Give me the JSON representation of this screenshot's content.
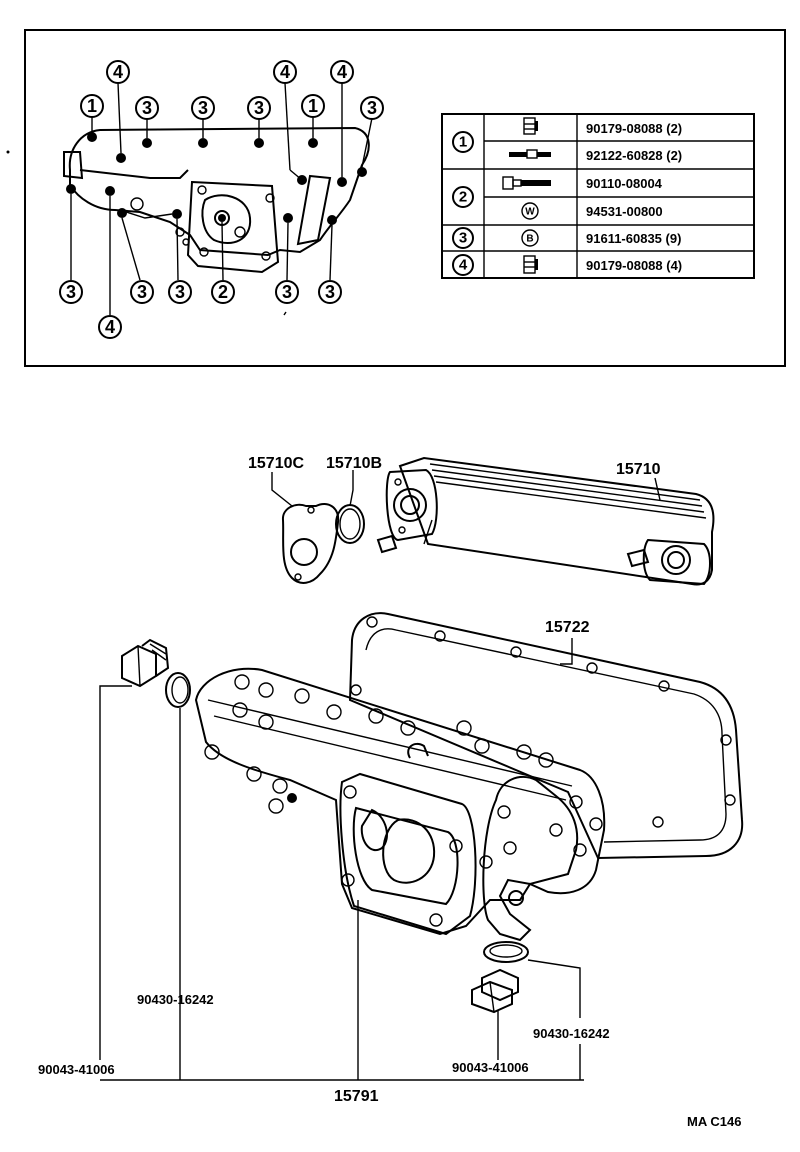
{
  "top_panel": {
    "callouts": [
      "1",
      "2",
      "3",
      "4"
    ],
    "legend": [
      {
        "ref": "1",
        "part": "90179-08088 (2)"
      },
      {
        "ref": "1",
        "part": "92122-60828 (2)"
      },
      {
        "ref": "2",
        "part": "90110-08004"
      },
      {
        "ref": "2",
        "part": "94531-00800"
      },
      {
        "ref": "3",
        "part": "91611-60835 (9)"
      },
      {
        "ref": "4",
        "part": "90179-08088 (4)"
      }
    ],
    "legend_icon_letters": {
      "washer": "W",
      "bolt": "B"
    }
  },
  "parts": {
    "gasket_c": "15710C",
    "oring_b": "15710B",
    "cooler": "15710",
    "cover_gasket": "15722",
    "cover": "15791",
    "plug_left": "90043-41006",
    "washer_left": "90430-16242",
    "plug_right": "90043-41006",
    "washer_right": "90430-16242"
  },
  "figure_code": "MA C146"
}
